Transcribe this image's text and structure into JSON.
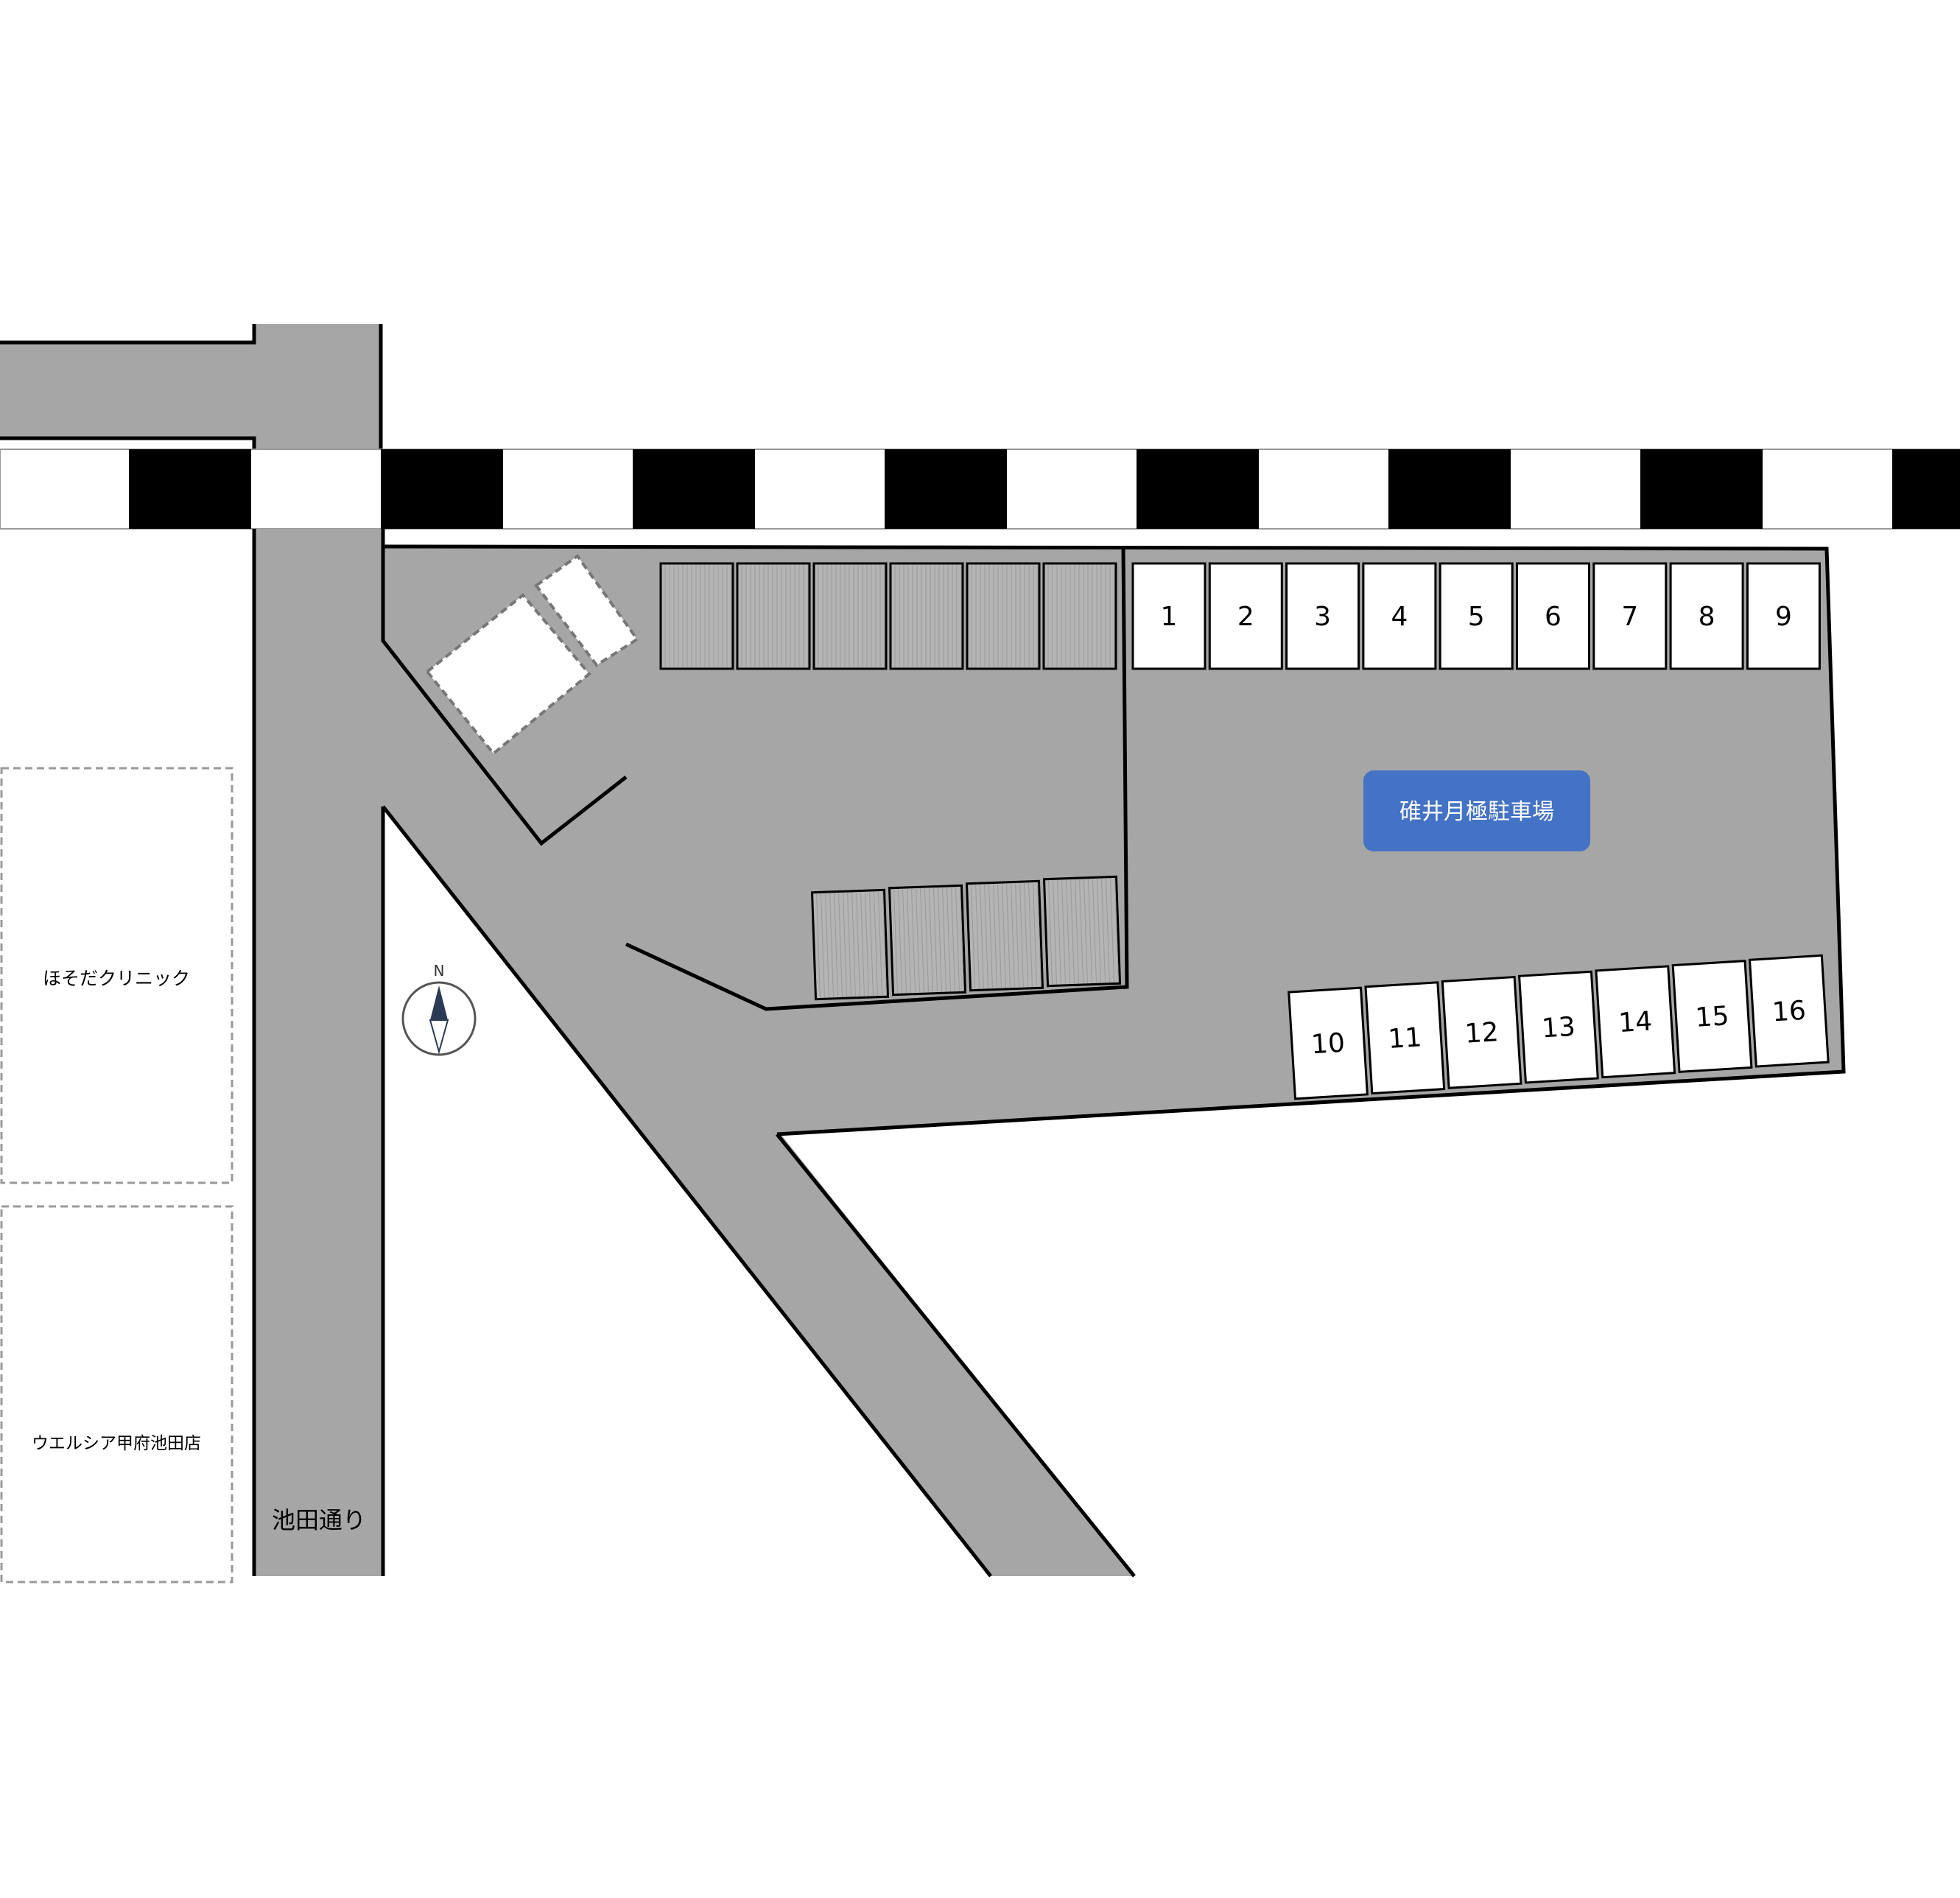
{
  "colors": {
    "road": "#a6a6a6",
    "lot": "#a6a6a6",
    "outline": "#000000",
    "badge": "#4472c4",
    "badge_text": "#ffffff",
    "space": "#ffffff",
    "occupied": "#b4b4b4",
    "building_border": "#999999",
    "compass": "#2b3a55"
  },
  "labels": {
    "lot_name": "碓井月極駐車場",
    "road_name": "池田通り",
    "building_clinic": "ほそだクリニック",
    "building_store": "ウエルシア甲府池田店",
    "compass_north": "N"
  },
  "spaces": {
    "top_row": [
      "1",
      "2",
      "3",
      "4",
      "5",
      "6",
      "7",
      "8",
      "9"
    ],
    "bottom_row": [
      "10",
      "11",
      "12",
      "13",
      "14",
      "15",
      "16"
    ]
  },
  "icons": {
    "compass": "compass-icon",
    "railway": "railway-crossing-icon"
  }
}
